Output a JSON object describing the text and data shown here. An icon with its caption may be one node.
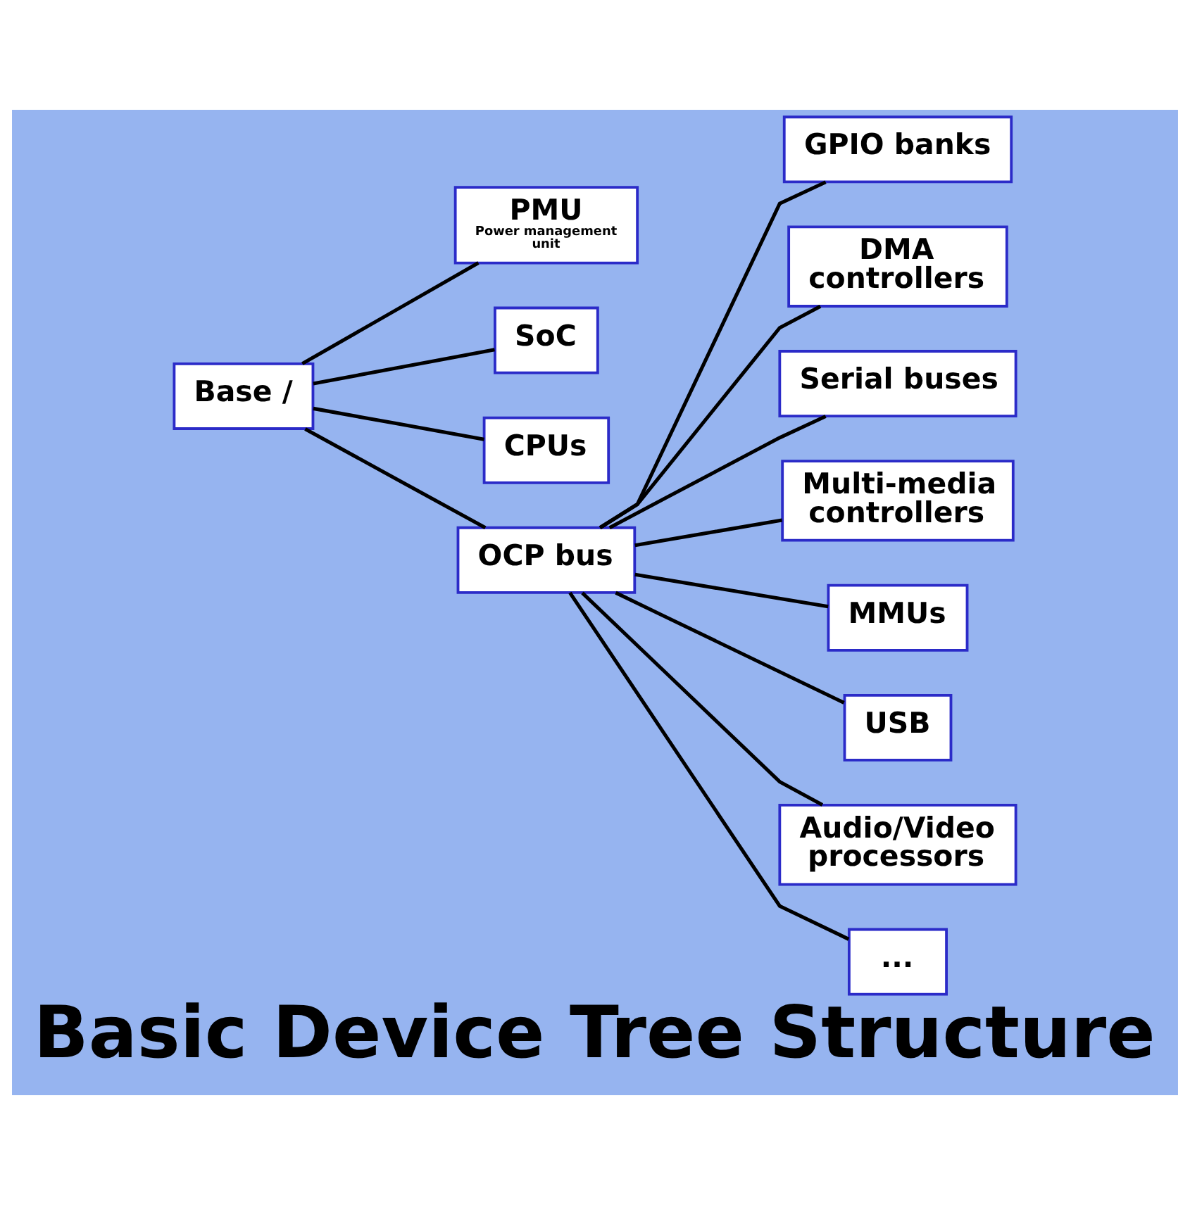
{
  "diagram": {
    "title": "Basic Device Tree Structure",
    "nodes": [
      {
        "text": [
          "Base /"
        ]
      },
      {
        "text": [
          "PMU",
          "Power management unit"
        ]
      },
      {
        "text": [
          "SoC"
        ]
      },
      {
        "text": [
          "CPUs"
        ]
      },
      {
        "text": [
          "OCP bus"
        ]
      },
      {
        "text": [
          "GPIO banks"
        ]
      },
      {
        "text": [
          "DMA controllers"
        ]
      },
      {
        "text": [
          "Serial buses"
        ]
      },
      {
        "text": [
          "Multi-media controllers"
        ]
      },
      {
        "text": [
          "MMUs"
        ]
      },
      {
        "text": [
          "USB"
        ]
      },
      {
        "text": [
          "Audio/Video processors"
        ]
      },
      {
        "text": [
          "..."
        ]
      }
    ],
    "edges": [
      {
        "from": 0,
        "to": 1,
        "arrow": "none"
      },
      {
        "from": 0,
        "to": 2,
        "arrow": "none"
      },
      {
        "from": 0,
        "to": 3,
        "arrow": "none"
      },
      {
        "from": 0,
        "to": 4,
        "arrow": "none"
      },
      {
        "from": 4,
        "to": 5,
        "arrow": "none"
      },
      {
        "from": 4,
        "to": 6,
        "arrow": "none"
      },
      {
        "from": 4,
        "to": 7,
        "arrow": "none"
      },
      {
        "from": 4,
        "to": 8,
        "arrow": "none"
      },
      {
        "from": 4,
        "to": 9,
        "arrow": "none"
      },
      {
        "from": 4,
        "to": 10,
        "arrow": "none"
      },
      {
        "from": 4,
        "to": 11,
        "arrow": "none"
      },
      {
        "from": 4,
        "to": 12,
        "arrow": "none"
      }
    ]
  }
}
